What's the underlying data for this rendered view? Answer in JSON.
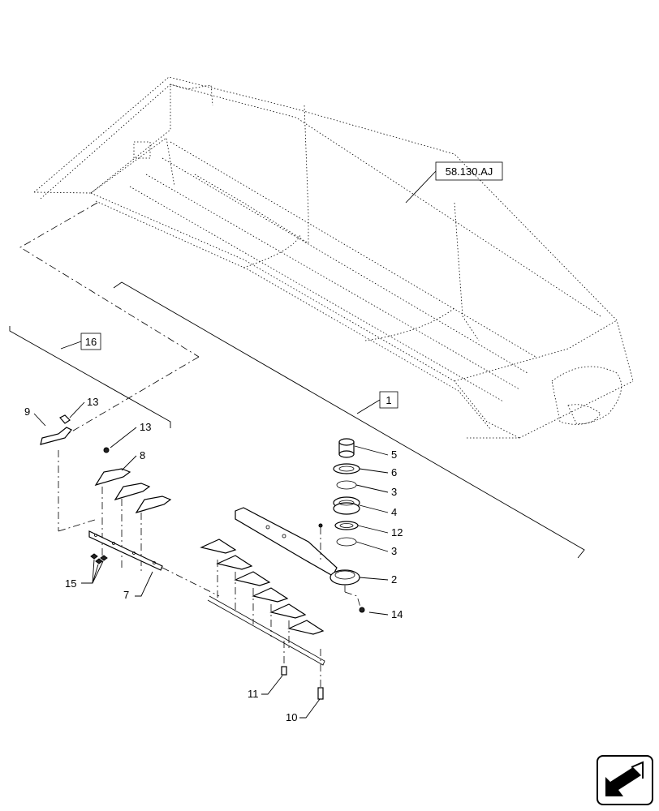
{
  "reference_box": {
    "label": "58.130.AJ"
  },
  "boxed_callouts": {
    "assembly_1": "1",
    "assembly_16": "16"
  },
  "callouts": {
    "p2": "2",
    "p3a": "3",
    "p3b": "3",
    "p4": "4",
    "p5": "5",
    "p6": "6",
    "p7": "7",
    "p8": "8",
    "p9": "9",
    "p10": "10",
    "p11": "11",
    "p12": "12",
    "p13a": "13",
    "p13b": "13",
    "p14": "14",
    "p15": "15"
  },
  "icons": {
    "corner": "exit-arrow-icon"
  }
}
